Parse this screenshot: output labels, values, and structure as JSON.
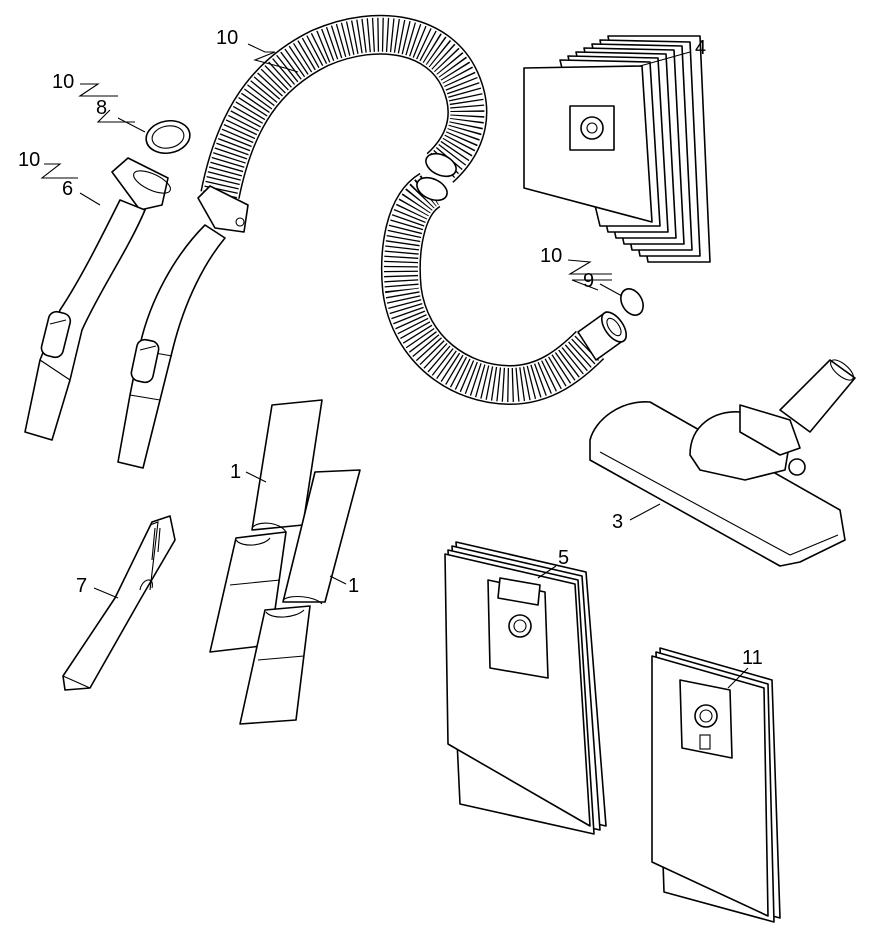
{
  "callouts": {
    "tube_upper": "1",
    "tube_lower": "1",
    "floor_nozzle": "3",
    "paper_bags_large": "4",
    "paper_bags_medium": "5",
    "handle_left": "6",
    "crevice_nozzle": "7",
    "ring_upper": "8",
    "ring_lower": "9",
    "hose_set": "10",
    "hose_set_ring_upper": "10",
    "hose_set_handle_left": "10",
    "hose_set_ring_lower": "10",
    "paper_bags_small": "11"
  },
  "colors": {
    "line": "#000000",
    "background": "#ffffff"
  }
}
